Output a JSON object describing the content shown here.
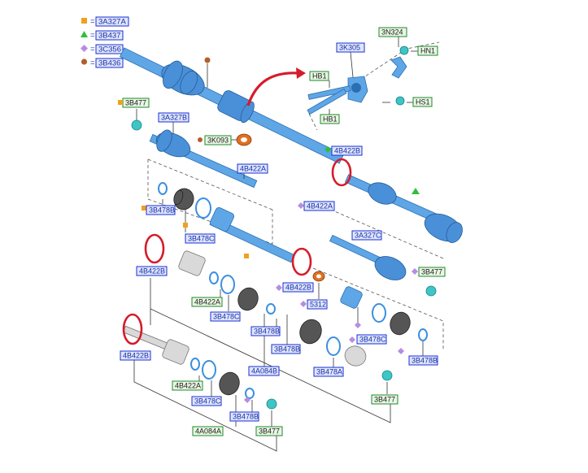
{
  "legend": [
    {
      "symbol": "square",
      "color": "#f0a020",
      "code": "3A327A"
    },
    {
      "symbol": "triangle",
      "color": "#2fbf3a",
      "code": "3B437"
    },
    {
      "symbol": "diamond",
      "color": "#b58ee0",
      "code": "3C356"
    },
    {
      "symbol": "circle",
      "color": "#b0602a",
      "code": "3B436"
    }
  ],
  "legend_equals": "=",
  "labels": {
    "l_3n324": "3N324",
    "l_3k305": "3K305",
    "l_hn1": "HN1",
    "l_hb1_top": "HB1",
    "l_hb1_bottom": "HB1",
    "l_hs1": "HS1",
    "l_3b477_top": "3B477",
    "l_3a327b": "3A327B",
    "l_3k093": "3K093",
    "l_4b422a_top": "4B422A",
    "l_3b478b_left": "3B478B",
    "l_3b478c_left": "3B478C",
    "l_4b422b_ring1": "4B422B",
    "l_4b422b_right_top": "4B422B",
    "l_4b422a_right": "4B422A",
    "l_3a327c": "3A327C",
    "l_3b477_right": "3B477",
    "l_4b422b_mid": "4B422B",
    "l_5312": "5312",
    "l_4b422a_mid": "4B422A",
    "l_3b478c_mid": "3B478C",
    "l_3b478b_mid": "3B478B",
    "l_3b478c_right": "3B478C",
    "l_3b478b_right": "3B478B",
    "l_4b422b_left": "4B422B",
    "l_3b478b_center": "3B478B",
    "l_4a084b": "4A084B",
    "l_3b478a": "3B478A",
    "l_3b477_bottom_right": "3B477",
    "l_4b422a_bottom": "4B422A",
    "l_3b478c_bottom": "3B478C",
    "l_3b478b_bottom": "3B478B",
    "l_4a084a": "4A084A",
    "l_3b477_bottom": "3B477"
  },
  "colors": {
    "shaft": "#5fa6e6",
    "highlight_ring": "#d51c2a",
    "arrow": "#d51c2a",
    "label_blue_border": "#1a2fd0",
    "label_green_border": "#1d8a2a"
  }
}
